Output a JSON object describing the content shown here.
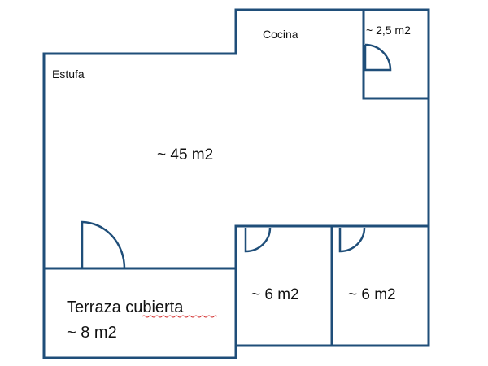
{
  "labels": {
    "kitchen": "Cocina",
    "bath_area": "~ 2,5 m2",
    "stove": "Estufa",
    "main_area": "~ 45 m2",
    "room1_area": "~ 6 m2",
    "room2_area": "~ 6 m2",
    "terrace_name": "Terraza cubierta",
    "terrace_area": "~ 8 m2"
  },
  "colors": {
    "wall": "#1f4e79",
    "spellcheck": "#d22b2b"
  }
}
